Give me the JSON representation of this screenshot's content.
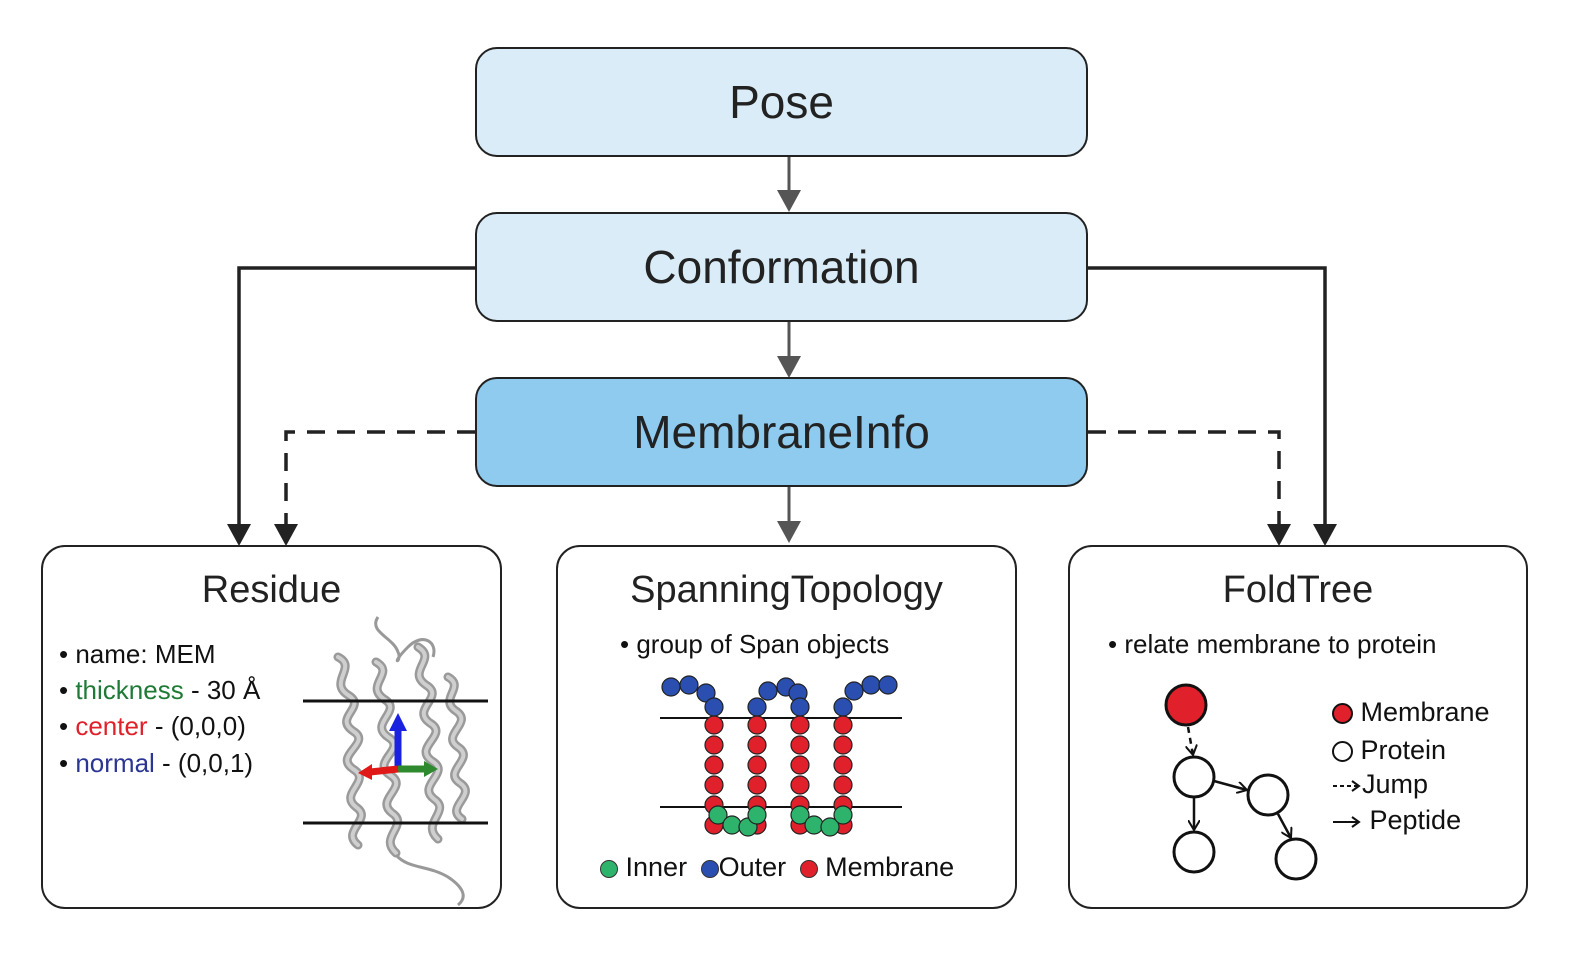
{
  "boxes": {
    "pose": "Pose",
    "conformation": "Conformation",
    "membrane_info": "MembraneInfo"
  },
  "residue": {
    "title": "Residue",
    "items": [
      {
        "label": "name",
        "sep": ": ",
        "value": "MEM"
      },
      {
        "label": "thickness",
        "sep": " - ",
        "value": "30 Å"
      },
      {
        "label": "center",
        "sep": " - ",
        "value": "(0,0,0)"
      },
      {
        "label": "normal",
        "sep": " - ",
        "value": "(0,0,1)"
      }
    ],
    "colors": {
      "thickness": "#1e7a35",
      "center": "#e0202a",
      "normal": "#2b3593"
    }
  },
  "spanning_topology": {
    "title": "SpanningTopology",
    "bullet": "group of Span objects",
    "legend": {
      "inner": "Inner",
      "outer": "Outer",
      "membrane": "Membrane"
    },
    "colors": {
      "inner": "#2db36b",
      "outer": "#2a4fb0",
      "membrane": "#e0202a"
    }
  },
  "fold_tree": {
    "title": "FoldTree",
    "bullet": "relate membrane to protein",
    "legend": {
      "membrane": "Membrane",
      "protein": "Protein",
      "jump": "Jump",
      "peptide": "Peptide"
    },
    "colors": {
      "membrane_node": "#e0202a"
    }
  },
  "colors": {
    "top_box": "#d9ecf7",
    "membrane_info_box": "#8fcbef",
    "arrow_gray": "#555555",
    "line_dark": "#222222"
  }
}
